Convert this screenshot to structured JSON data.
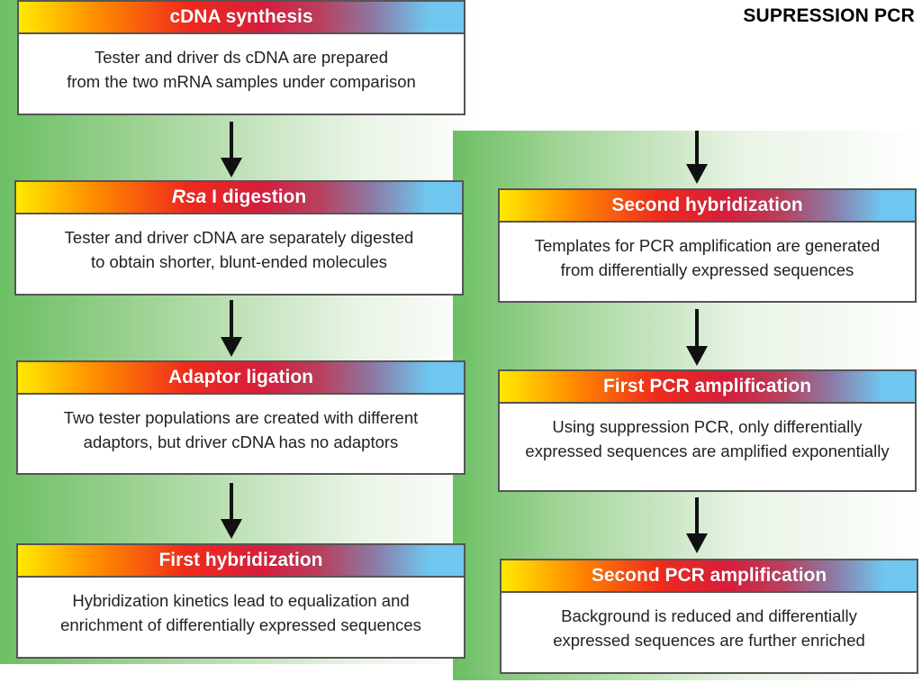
{
  "page_title": "SUPRESSION PCR",
  "steps": [
    {
      "title": "cDNA synthesis",
      "lines": [
        "Tester and driver ds cDNA are prepared",
        "from the two mRNA samples under comparison"
      ]
    },
    {
      "title_italic": "Rsa",
      "title_rest": " I digestion",
      "lines": [
        "Tester and driver cDNA are separately digested",
        "to obtain shorter, blunt-ended molecules"
      ]
    },
    {
      "title": "Adaptor ligation",
      "lines": [
        "Two tester populations are created with different",
        "adaptors, but driver cDNA has no adaptors"
      ]
    },
    {
      "title": "First hybridization",
      "lines": [
        "Hybridization kinetics lead to equalization and",
        "enrichment of differentially expressed sequences"
      ]
    },
    {
      "title": "Second hybridization",
      "lines": [
        "Templates for PCR amplification are generated",
        "from differentially expressed sequences"
      ]
    },
    {
      "title": "First PCR amplification",
      "lines": [
        "Using suppression PCR, only differentially",
        "expressed sequences are amplified exponentially"
      ]
    },
    {
      "title": "Second PCR amplification",
      "lines": [
        "Background is reduced and differentially",
        "expressed sequences are further enriched"
      ]
    }
  ],
  "colors": {
    "header_start": "#ffea00",
    "header_mid": "#d61e3c",
    "header_end": "#6fc6ef",
    "panel_green": "#6cbf64"
  }
}
